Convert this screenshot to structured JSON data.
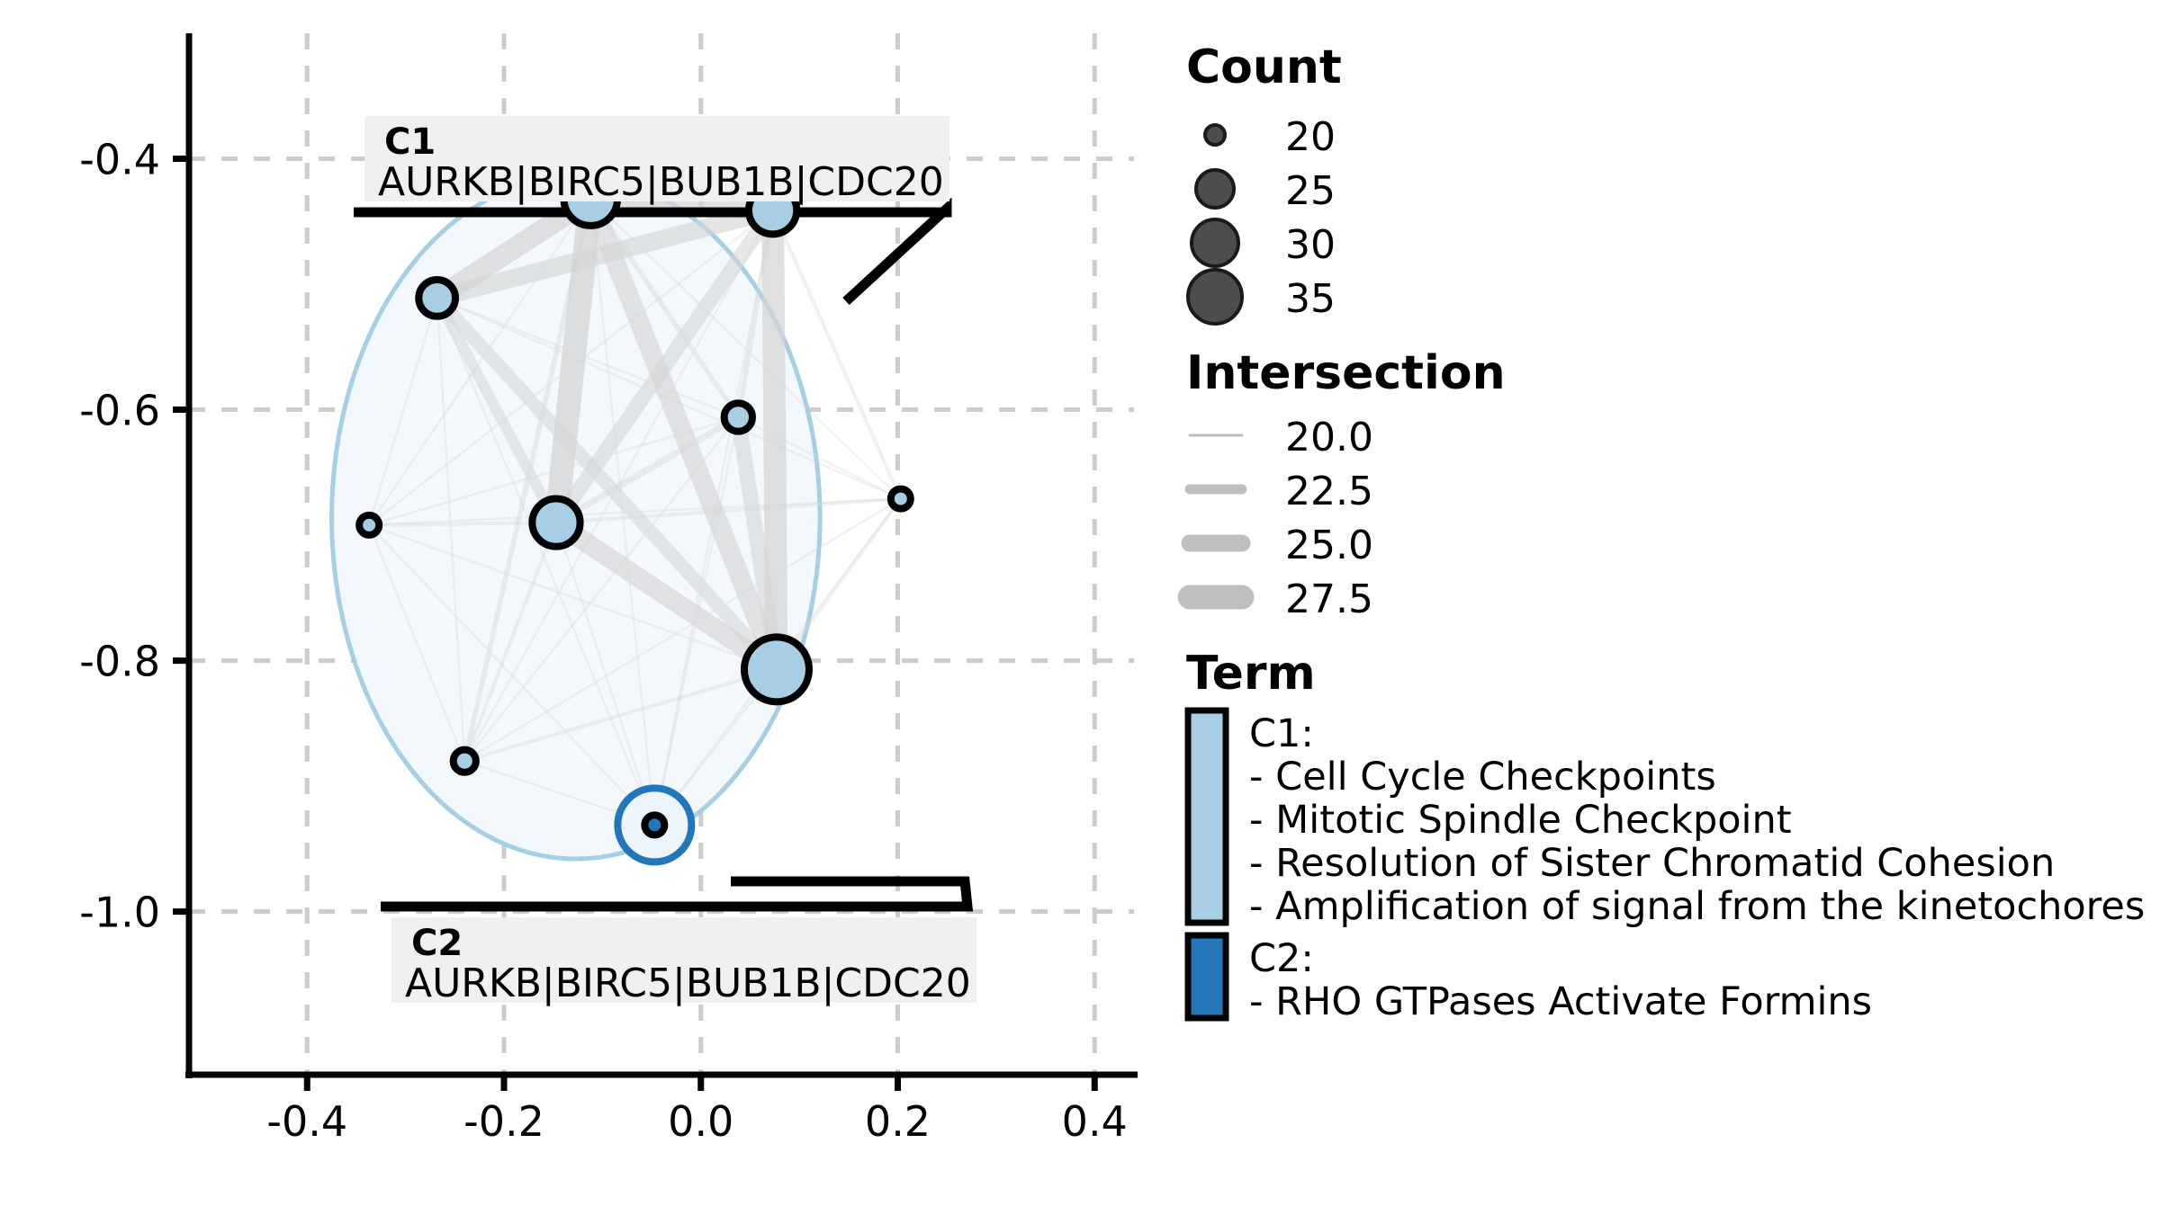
{
  "chart_data": {
    "type": "scatter",
    "title": "",
    "xlabel": "",
    "ylabel": "",
    "xlim": [
      -0.52,
      0.44
    ],
    "ylim": [
      -1.13,
      -0.3
    ],
    "xticks": [
      "-0.4",
      "-0.2",
      "0.0",
      "0.2",
      "0.4"
    ],
    "xtick_values": [
      -0.4,
      -0.2,
      0.0,
      0.2,
      0.4
    ],
    "yticks": [
      "-0.4",
      "-0.6",
      "-0.8",
      "-1.0"
    ],
    "ytick_values": [
      -0.4,
      -0.6,
      -0.8,
      -1.0
    ],
    "grid": true,
    "grid_style": "dashed",
    "legend_position": "right",
    "nodes": [
      {
        "id": "n1",
        "x": -0.112,
        "y": -0.432,
        "count": 31,
        "cluster": "C1",
        "color": "#a8cee4"
      },
      {
        "id": "n2",
        "x": 0.073,
        "y": -0.441,
        "count": 29,
        "cluster": "C1",
        "color": "#a8cee4"
      },
      {
        "id": "n3",
        "x": -0.268,
        "y": -0.511,
        "count": 25,
        "cluster": "C1",
        "color": "#a8cee4"
      },
      {
        "id": "n4",
        "x": 0.038,
        "y": -0.606,
        "count": 22,
        "cluster": "C1",
        "color": "#a8cee4"
      },
      {
        "id": "n5",
        "x": -0.147,
        "y": -0.69,
        "count": 29,
        "cluster": "C1",
        "color": "#a8cee4"
      },
      {
        "id": "n6",
        "x": -0.337,
        "y": -0.692,
        "count": 19,
        "cluster": "C1",
        "color": "#a8cee4"
      },
      {
        "id": "n7",
        "x": 0.203,
        "y": -0.671,
        "count": 19,
        "cluster": "C1",
        "color": "#a8cee4"
      },
      {
        "id": "n8",
        "x": 0.077,
        "y": -0.807,
        "count": 35,
        "cluster": "C1",
        "color": "#a8cee4"
      },
      {
        "id": "n9",
        "x": -0.24,
        "y": -0.88,
        "count": 20,
        "cluster": "C1",
        "color": "#a8cee4"
      },
      {
        "id": "n10",
        "x": -0.047,
        "y": -0.931,
        "count": 19,
        "cluster": "C2",
        "color": "#2277bb"
      }
    ],
    "edges": [
      {
        "source": "n1",
        "target": "n2",
        "intersection": 27.0
      },
      {
        "source": "n1",
        "target": "n3",
        "intersection": 26.5
      },
      {
        "source": "n2",
        "target": "n3",
        "intersection": 25.5
      },
      {
        "source": "n1",
        "target": "n5",
        "intersection": 27.5
      },
      {
        "source": "n1",
        "target": "n8",
        "intersection": 26.0
      },
      {
        "source": "n2",
        "target": "n8",
        "intersection": 27.0
      },
      {
        "source": "n5",
        "target": "n8",
        "intersection": 26.0
      },
      {
        "source": "n3",
        "target": "n8",
        "intersection": 24.0
      },
      {
        "source": "n2",
        "target": "n5",
        "intersection": 24.5
      },
      {
        "source": "n1",
        "target": "n4",
        "intersection": 21.0
      },
      {
        "source": "n2",
        "target": "n4",
        "intersection": 21.0
      },
      {
        "source": "n4",
        "target": "n8",
        "intersection": 24.5
      },
      {
        "source": "n4",
        "target": "n5",
        "intersection": 21.5
      },
      {
        "source": "n3",
        "target": "n5",
        "intersection": 23.0
      },
      {
        "source": "n1",
        "target": "n6",
        "intersection": 20.0
      },
      {
        "source": "n1",
        "target": "n7",
        "intersection": 20.0
      },
      {
        "source": "n1",
        "target": "n9",
        "intersection": 21.0
      },
      {
        "source": "n2",
        "target": "n6",
        "intersection": 20.0
      },
      {
        "source": "n2",
        "target": "n7",
        "intersection": 20.5
      },
      {
        "source": "n2",
        "target": "n9",
        "intersection": 20.0
      },
      {
        "source": "n3",
        "target": "n4",
        "intersection": 20.0
      },
      {
        "source": "n3",
        "target": "n6",
        "intersection": 20.0
      },
      {
        "source": "n3",
        "target": "n7",
        "intersection": 20.0
      },
      {
        "source": "n3",
        "target": "n9",
        "intersection": 20.0
      },
      {
        "source": "n4",
        "target": "n6",
        "intersection": 20.0
      },
      {
        "source": "n4",
        "target": "n7",
        "intersection": 20.0
      },
      {
        "source": "n4",
        "target": "n9",
        "intersection": 20.0
      },
      {
        "source": "n5",
        "target": "n6",
        "intersection": 20.5
      },
      {
        "source": "n5",
        "target": "n7",
        "intersection": 20.5
      },
      {
        "source": "n5",
        "target": "n9",
        "intersection": 20.5
      },
      {
        "source": "n6",
        "target": "n7",
        "intersection": 20.0
      },
      {
        "source": "n6",
        "target": "n8",
        "intersection": 20.0
      },
      {
        "source": "n6",
        "target": "n9",
        "intersection": 20.0
      },
      {
        "source": "n7",
        "target": "n8",
        "intersection": 20.5
      },
      {
        "source": "n7",
        "target": "n9",
        "intersection": 20.0
      },
      {
        "source": "n8",
        "target": "n9",
        "intersection": 20.5
      },
      {
        "source": "n1",
        "target": "n10",
        "intersection": 20.0
      },
      {
        "source": "n2",
        "target": "n10",
        "intersection": 20.0
      },
      {
        "source": "n3",
        "target": "n10",
        "intersection": 20.0
      },
      {
        "source": "n4",
        "target": "n10",
        "intersection": 20.0
      },
      {
        "source": "n5",
        "target": "n10",
        "intersection": 20.0
      },
      {
        "source": "n6",
        "target": "n10",
        "intersection": 20.0
      },
      {
        "source": "n7",
        "target": "n10",
        "intersection": 20.0
      },
      {
        "source": "n8",
        "target": "n10",
        "intersection": 20.0
      },
      {
        "source": "n9",
        "target": "n10",
        "intersection": 20.0
      }
    ],
    "cluster_hulls": [
      {
        "cluster": "C1",
        "cx": -0.127,
        "cy": -0.686,
        "rx": 0.248,
        "ry": 0.272,
        "fill": "#f2f8fc",
        "stroke": "#a5cfe3"
      }
    ],
    "highlight_rings": [
      {
        "node": "n10",
        "stroke": "#2277bb"
      }
    ]
  },
  "annotations": [
    {
      "id": "c1-callout",
      "cluster_label": "C1",
      "genes": "AURKB|BIRC5|BUB1B|CDC20",
      "box_bg": "#f0f0f0"
    },
    {
      "id": "c2-callout",
      "cluster_label": "C2",
      "genes": "AURKB|BIRC5|BUB1B|CDC20",
      "box_bg": "#f0f0f0"
    }
  ],
  "legend": {
    "count": {
      "title": "Count",
      "marker_color": "#4d4d4d",
      "items": [
        {
          "label": "20",
          "radius": 11
        },
        {
          "label": "25",
          "radius": 21
        },
        {
          "label": "30",
          "radius": 26
        },
        {
          "label": "35",
          "radius": 30
        }
      ]
    },
    "intersection": {
      "title": "Intersection",
      "line_color": "#bfbfbf",
      "items": [
        {
          "label": "20.0",
          "width": 3
        },
        {
          "label": "22.5",
          "width": 11
        },
        {
          "label": "25.0",
          "width": 19
        },
        {
          "label": "27.5",
          "width": 27
        }
      ]
    },
    "term": {
      "title": "Term",
      "items": [
        {
          "swatch": "#a8cee4",
          "heading": "C1:",
          "lines": [
            "- Cell Cycle Checkpoints",
            "- Mitotic Spindle Checkpoint",
            "- Resolution of Sister Chromatid Cohesion",
            "- Amplification of signal from the kinetochores"
          ]
        },
        {
          "swatch": "#2277bb",
          "heading": "C2:",
          "lines": [
            "- RHO GTPases Activate Formins"
          ]
        }
      ]
    }
  },
  "colors": {
    "node_c1": "#a8cee4",
    "node_c2": "#2277bb",
    "hull_fill": "#f2f8fc",
    "hull_stroke": "#a5cfe3",
    "edge": "#d4d4d4",
    "grid": "#cccccc",
    "axis": "#000000"
  }
}
